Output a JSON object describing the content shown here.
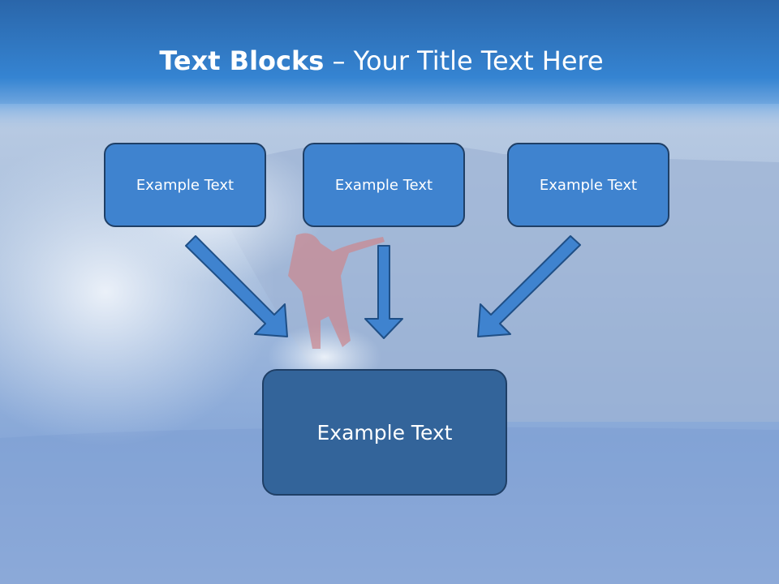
{
  "slide": {
    "title_bold": "Text Blocks",
    "title_dash": " – ",
    "title_rest": "Your Title Text Here"
  },
  "blocks": [
    {
      "label": "Example Text"
    },
    {
      "label": "Example Text"
    },
    {
      "label": "Example Text"
    }
  ],
  "center_block": {
    "label": "Example Text"
  },
  "colors": {
    "header": "#2f78c8",
    "block_fill": "#3f83cf",
    "center_fill": "#33649a",
    "border": "#1f3f66",
    "arrow_fill": "#3f83cf",
    "arrow_stroke": "#1f4f86"
  }
}
